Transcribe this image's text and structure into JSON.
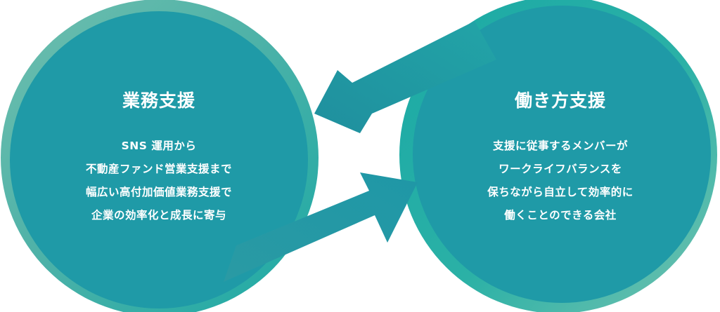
{
  "colors": {
    "circle_fill": "#1f9aa7",
    "ring_light": "#5fb9ac",
    "ring_teal": "#1bb0a6",
    "arrow": "#1f9aa7",
    "text": "#ffffff"
  },
  "left_circle": {
    "title": "業務支援",
    "lines": [
      "SNS 運用から",
      "不動産ファンド営業支援まで",
      "幅広い高付加価値業務支援で",
      "企業の効率化と成長に寄与"
    ]
  },
  "right_circle": {
    "title": "働き方支援",
    "lines": [
      "支援に従事するメンバーが",
      "ワークライフバランスを",
      "保ちながら自立して効率的に",
      "働くことのできる会社"
    ]
  }
}
